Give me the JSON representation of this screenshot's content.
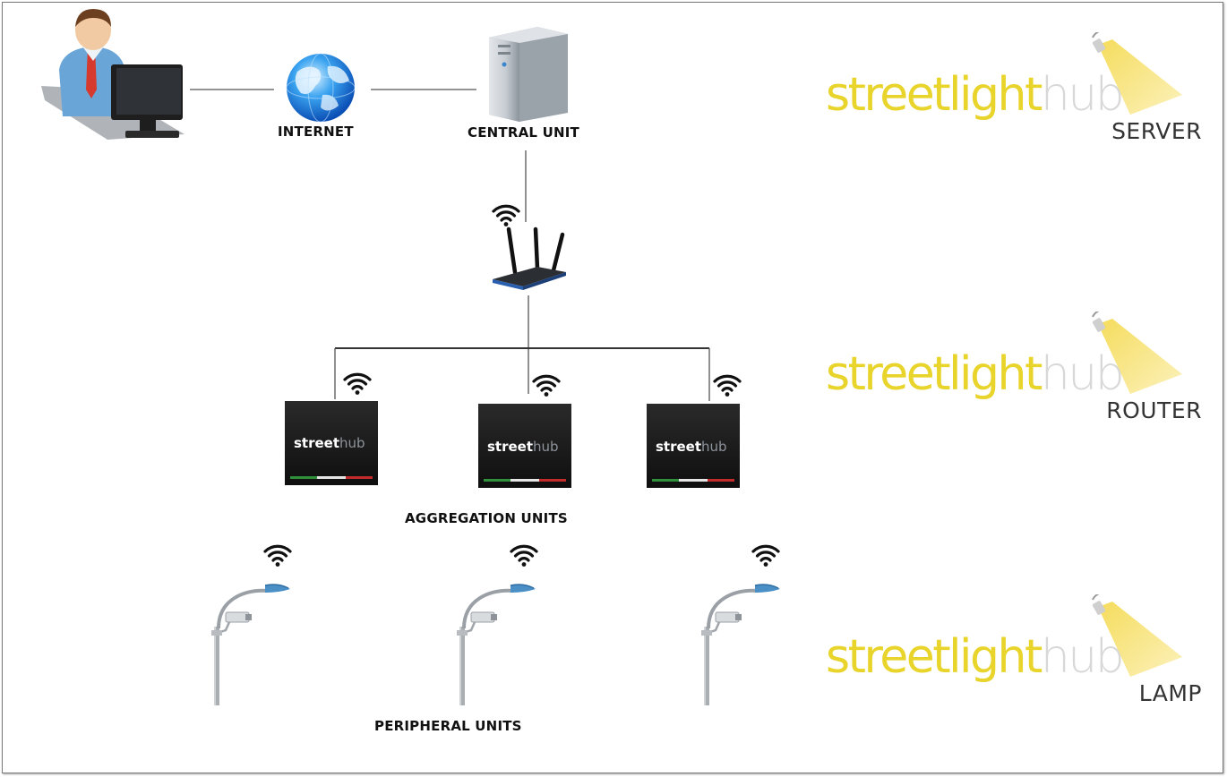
{
  "nodes": {
    "internet": "INTERNET",
    "central_unit": "CENTRAL UNIT",
    "aggregation_units": "AGGREGATION UNITS",
    "peripheral_units": "PERIPHERAL UNITS"
  },
  "device_logo": {
    "word1": "street",
    "word2": "hub"
  },
  "brands": [
    {
      "word1": "streetlight",
      "word2": "hub",
      "tier": "SERVER"
    },
    {
      "word1": "streetlight",
      "word2": "hub",
      "tier": "ROUTER"
    },
    {
      "word1": "streetlight",
      "word2": "hub",
      "tier": "LAMP"
    }
  ],
  "colors": {
    "brand_yellow": "#e8d42a",
    "brand_grey": "#d8d8d8",
    "line": "#555555",
    "device_body": "#1c1c1c"
  }
}
